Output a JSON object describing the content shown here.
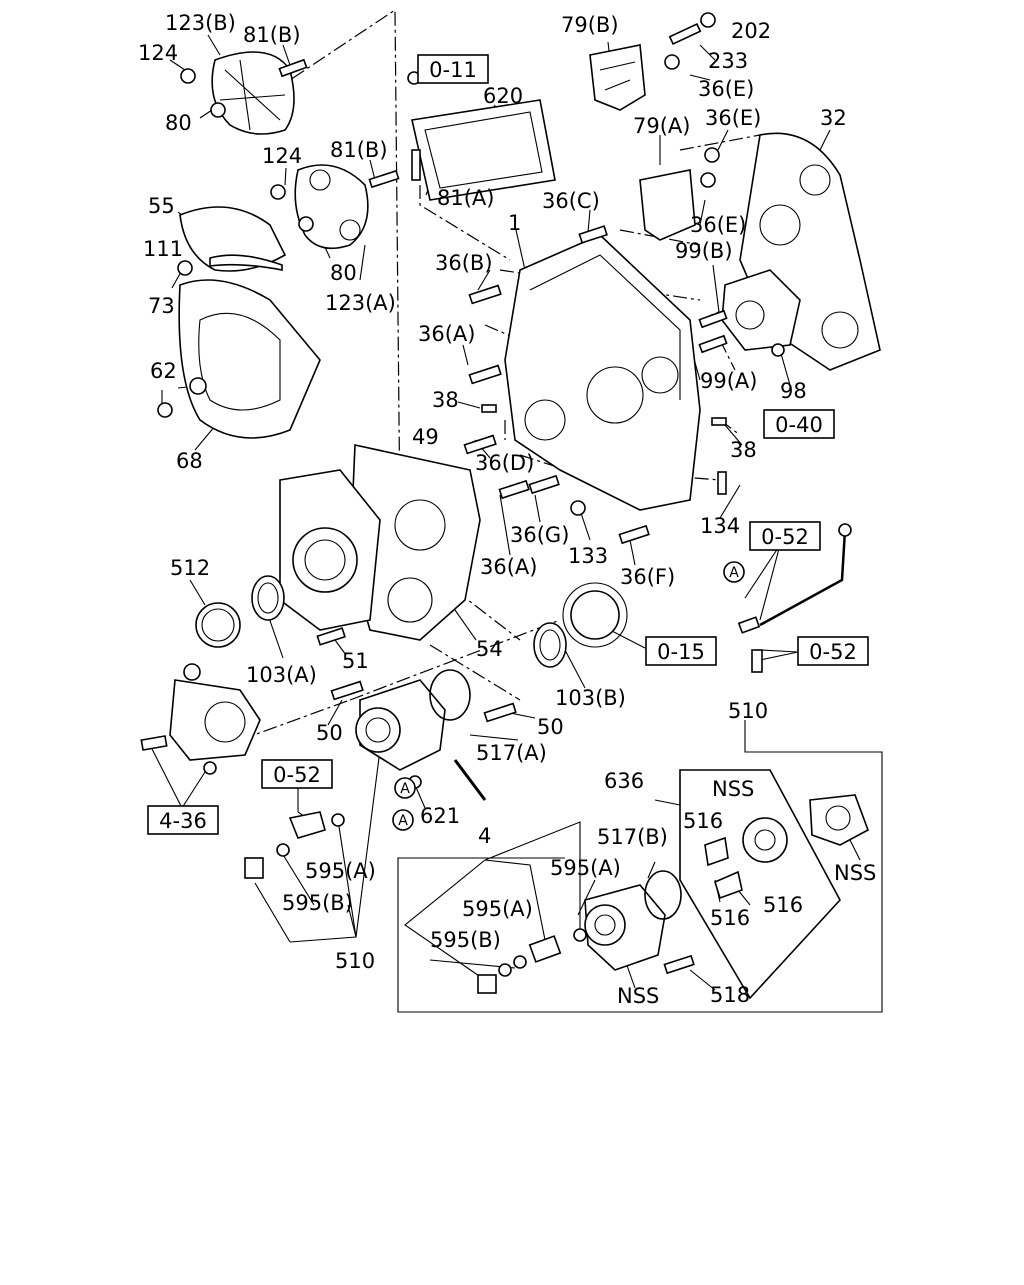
{
  "diagram": {
    "part_labels": [
      "123(B)",
      "81(B)",
      "124",
      "80",
      "124",
      "81(B)",
      "80",
      "123(A)",
      "55",
      "111",
      "73",
      "62",
      "68",
      "620",
      "81(A)",
      "79(B)",
      "202",
      "233",
      "36(E)",
      "79(A)",
      "36(E)",
      "36(E)",
      "32",
      "36(C)",
      "1",
      "36(B)",
      "99(B)",
      "36(A)",
      "99(A)",
      "98",
      "38",
      "38",
      "49",
      "36(D)",
      "36(G)",
      "133",
      "134",
      "36(A)",
      "36(F)",
      "512",
      "54",
      "103(A)",
      "51",
      "103(B)",
      "50",
      "50",
      "517(A)",
      "621",
      "595(A)",
      "595(B)",
      "510",
      "510",
      "636",
      "NSS",
      "516",
      "NSS",
      "516",
      "516",
      "4",
      "517(B)",
      "595(A)",
      "595(A)",
      "595(B)",
      "NSS",
      "518"
    ],
    "reference_boxes": [
      "0-11",
      "0-40",
      "0-52",
      "0-15",
      "0-52",
      "0-52",
      "4-36"
    ],
    "callouts": [
      "A",
      "A",
      "A"
    ]
  }
}
